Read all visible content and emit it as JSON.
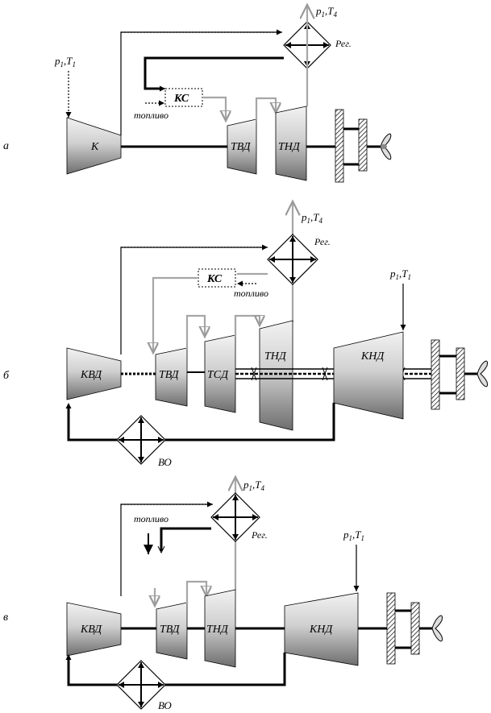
{
  "colors": {
    "line": "#000000",
    "gas_line": "#a6a6a6",
    "body_dark": "#7a7a7a",
    "body_light": "#e6e6e6"
  },
  "diagram_a": {
    "panel_label": "а",
    "compressor": "К",
    "combustor": "КС",
    "hp_turbine": "ТВД",
    "lp_turbine": "ТНД",
    "fuel": "топливо",
    "regen": "Рег.",
    "inlet": {
      "p": "p",
      "p_sub": "1",
      "sep": ",",
      "t": "T",
      "t_sub": "1"
    },
    "exhaust": {
      "p": "p",
      "p_sub": "1",
      "sep": ",",
      "t": "T",
      "t_sub": "4"
    }
  },
  "diagram_b": {
    "panel_label": "б",
    "hp_compressor": "КВД",
    "combustor": "КС",
    "hp_turbine": "ТВД",
    "mp_turbine": "ТСД",
    "lp_turbine": "ТНД",
    "lp_compressor": "КНД",
    "fuel": "топливо",
    "regen": "Рег.",
    "intercooler": "ВО",
    "inlet": {
      "p": "p",
      "p_sub": "1",
      "sep": ",",
      "t": "T",
      "t_sub": "1"
    },
    "exhaust": {
      "p": "p",
      "p_sub": "1",
      "sep": ",",
      "t": "T",
      "t_sub": "4"
    }
  },
  "diagram_c": {
    "panel_label": "в",
    "hp_compressor": "КВД",
    "hp_turbine": "ТВД",
    "lp_turbine": "ТНД",
    "lp_compressor": "КНД",
    "fuel": "топливо",
    "regen": "Рег.",
    "intercooler": "ВО",
    "inlet": {
      "p": "p",
      "p_sub": "1",
      "sep": ",",
      "t": "T",
      "t_sub": "1"
    },
    "exhaust": {
      "p": "p",
      "p_sub": "1",
      "sep": ",",
      "t": "T",
      "t_sub": "4"
    }
  }
}
